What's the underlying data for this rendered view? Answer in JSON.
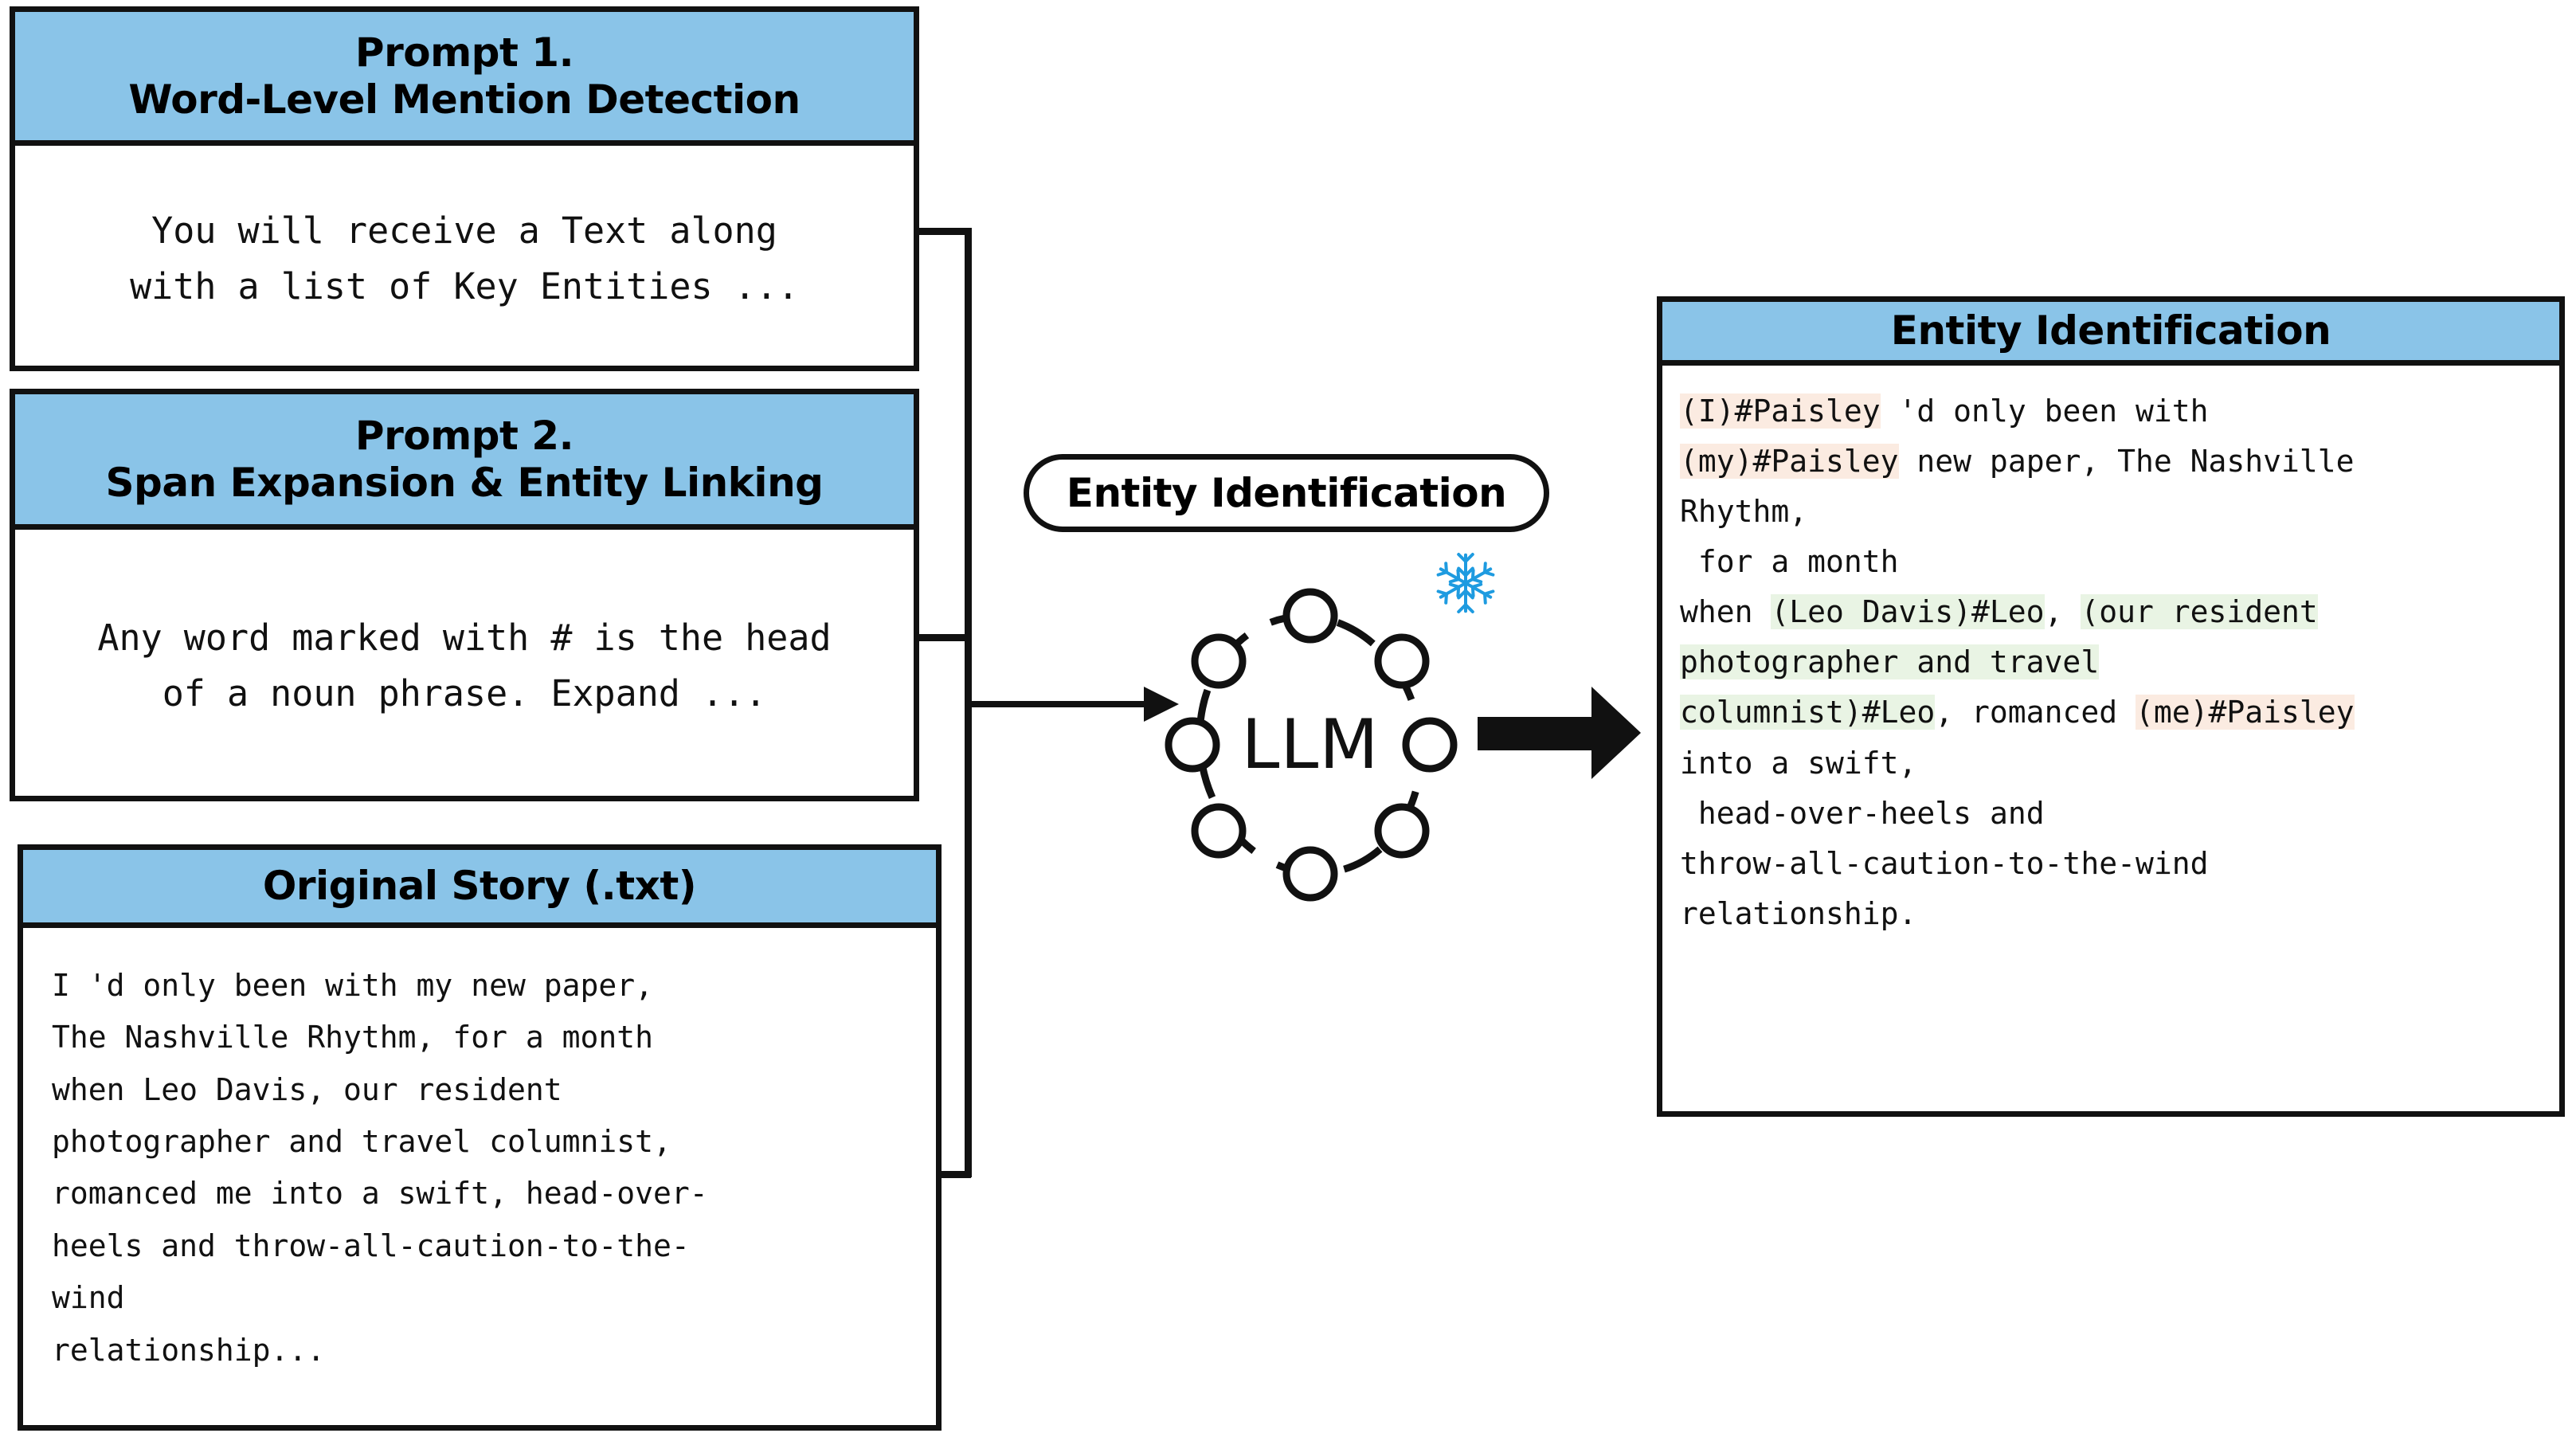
{
  "diagram": {
    "title": "Entity Identification pipeline",
    "colors": {
      "header_blue": "#8AC4E8",
      "outline_black": "#111111",
      "highlight_peach": "#FBEBE1",
      "highlight_green": "#E9F4E4",
      "snowflake_blue": "#1E9BE0"
    }
  },
  "prompt1": {
    "title_line1": "Prompt 1.",
    "title_line2": "Word-Level Mention Detection",
    "body": "You will receive a Text along\nwith a list of Key Entities ..."
  },
  "prompt2": {
    "title_line1": "Prompt 2.",
    "title_line2": "Span Expansion & Entity Linking",
    "body": "Any word marked with # is the head\nof a noun phrase. Expand ..."
  },
  "story": {
    "title": "Original Story (.txt)",
    "body": "I 'd only been with my new paper,\nThe Nashville Rhythm, for a month\nwhen Leo Davis, our resident\nphotographer and travel columnist,\nromanced me into a swift, head-over-\nheels and throw-all-caution-to-the-\nwind\nrelationship..."
  },
  "model": {
    "pill_label": "Entity Identification",
    "node_label": "LLM",
    "frozen_icon": "snowflake-icon",
    "node_count": 8
  },
  "output": {
    "title": "Entity Identification",
    "lines": [
      [
        {
          "text": "(I)#Paisley",
          "highlight": "peach"
        },
        {
          "text": " 'd only been with",
          "highlight": "none"
        }
      ],
      [
        {
          "text": "(my)#Paisley",
          "highlight": "peach"
        },
        {
          "text": " new paper, The Nashville",
          "highlight": "none"
        }
      ],
      [
        {
          "text": "Rhythm,",
          "highlight": "none"
        }
      ],
      [
        {
          "text": " for a month",
          "highlight": "none"
        }
      ],
      [
        {
          "text": "when ",
          "highlight": "none"
        },
        {
          "text": "(Leo Davis)#Leo",
          "highlight": "green"
        },
        {
          "text": ", ",
          "highlight": "none"
        },
        {
          "text": "(our resident",
          "highlight": "green"
        }
      ],
      [
        {
          "text": "photographer and travel",
          "highlight": "green"
        }
      ],
      [
        {
          "text": "columnist)#Leo",
          "highlight": "green"
        },
        {
          "text": ", romanced ",
          "highlight": "none"
        },
        {
          "text": "(me)#Paisley",
          "highlight": "peach"
        }
      ],
      [
        {
          "text": "into a swift,",
          "highlight": "none"
        }
      ],
      [
        {
          "text": " head-over-heels and",
          "highlight": "none"
        }
      ],
      [
        {
          "text": "throw-all-caution-to-the-wind",
          "highlight": "none"
        }
      ],
      [
        {
          "text": "relationship.",
          "highlight": "none"
        }
      ]
    ]
  },
  "connectors": {
    "input_arrow": "arrow-right",
    "output_arrow": "arrow-right-thick"
  }
}
